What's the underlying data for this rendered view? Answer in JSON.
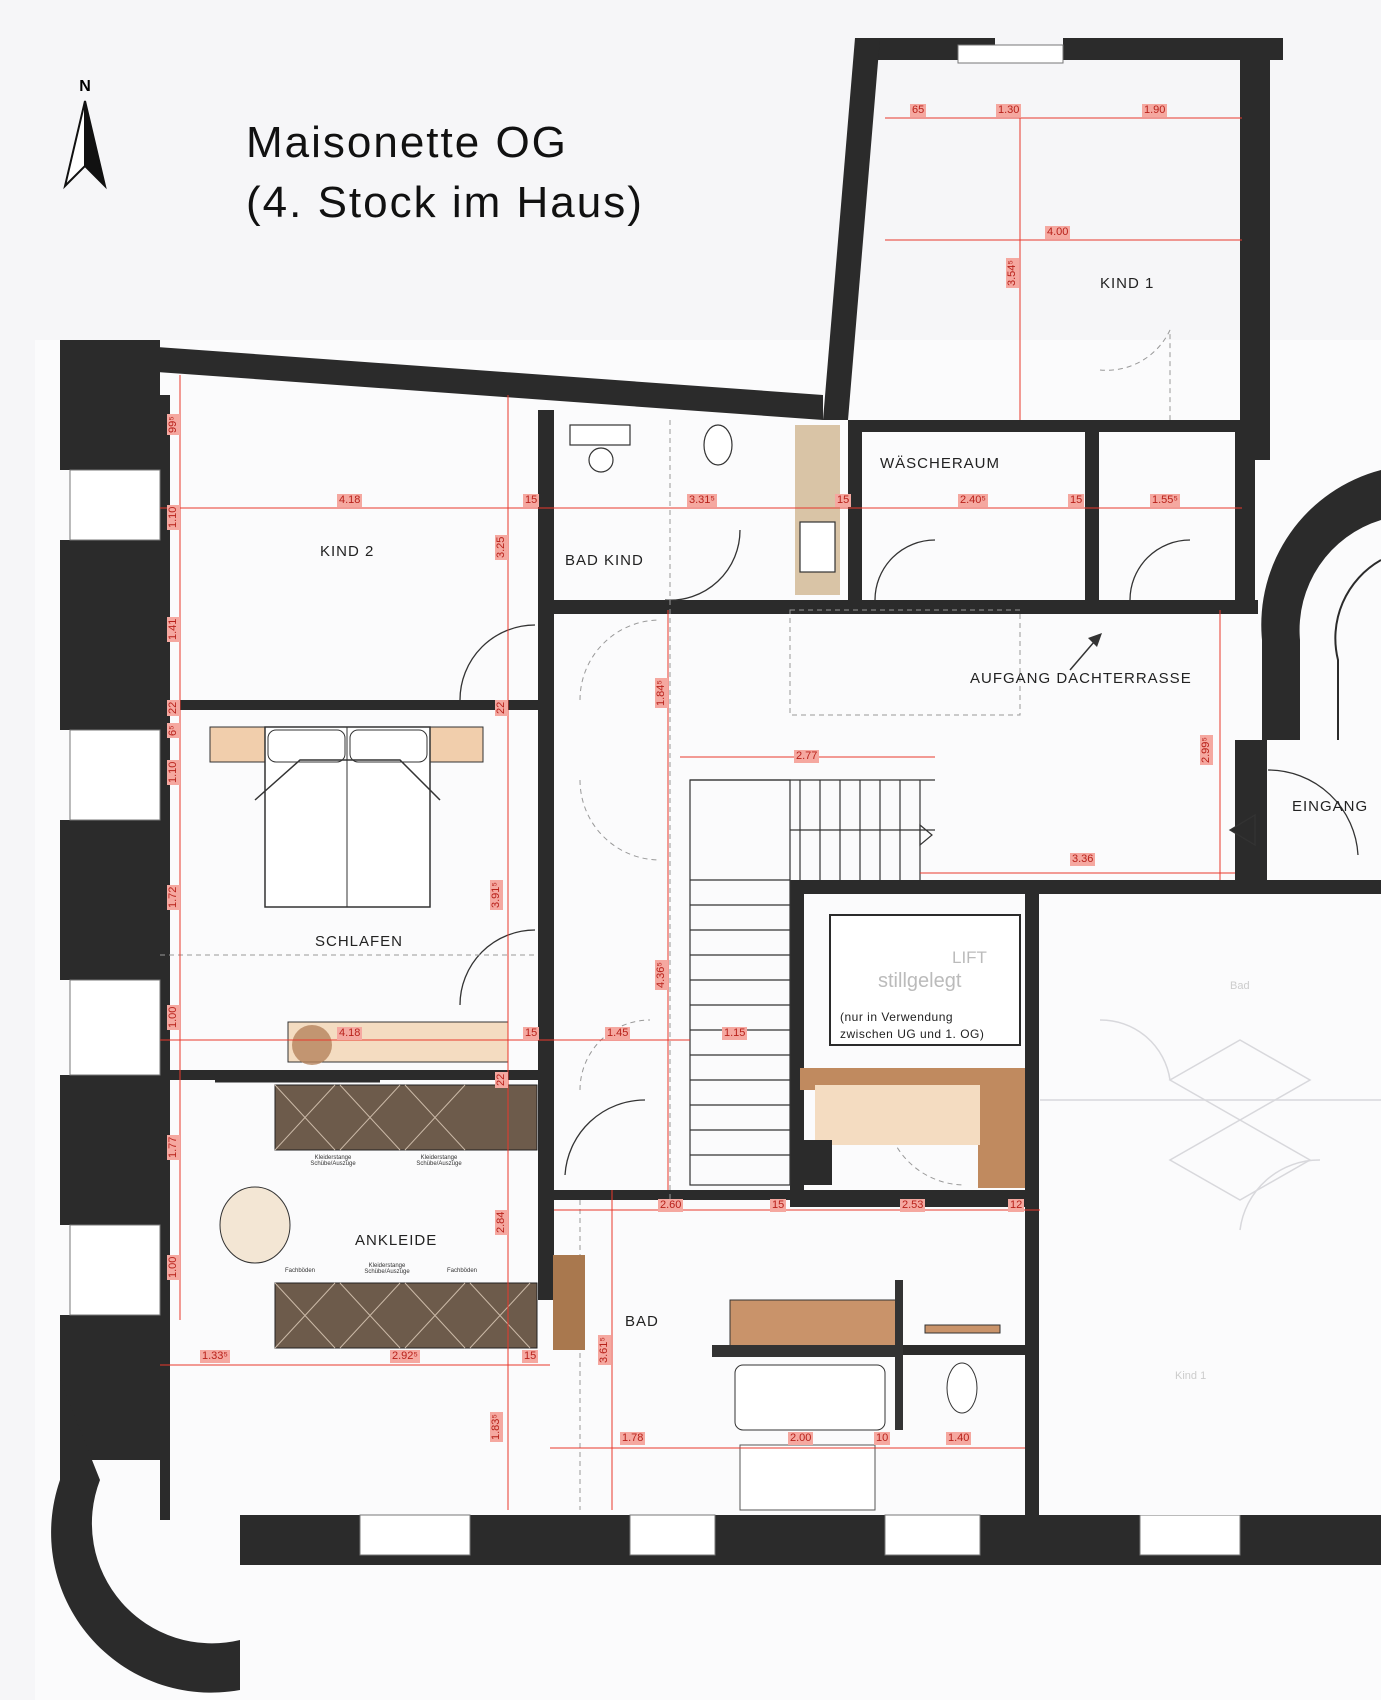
{
  "title": {
    "line1": "Maisonette OG",
    "line2": "(4. Stock im Haus)"
  },
  "north_label": "N",
  "rooms": {
    "kind1": "KIND 1",
    "waescheraum": "WÄSCHERAUM",
    "kind2": "KIND 2",
    "bad_kind": "BAD KIND",
    "aufgang": "AUFGANG DACHTERRASSE",
    "eingang": "EINGANG",
    "schlafen": "SCHLAFEN",
    "ankleide": "ANKLEIDE",
    "bad": "BAD"
  },
  "lift": {
    "line1": "LIFT",
    "line2": "stillgelegt",
    "note1": "(nur in Verwendung",
    "note2": "zwischen UG und 1. OG)"
  },
  "wardrobe_labels": {
    "top_left": "Kleiderstange Schübe/Auszüge",
    "top_right": "Kleiderstange Schübe/Auszüge",
    "bottom_left": "Fachböden",
    "bottom_mid": "Kleiderstange Schübe/Auszüge",
    "bottom_right": "Fachböden"
  },
  "ghost_labels": {
    "bad": "Bad",
    "kind": "Kind 1"
  },
  "dimensions": {
    "k1_65": "65",
    "k1_130": "1.30",
    "k1_190": "1.90",
    "k1_400": "4.00",
    "k1_354": "3.54⁵",
    "d_418a": "4.18",
    "d_15a": "15",
    "d_331": "3.31⁵",
    "d_15b": "15",
    "d_240": "2.40⁵",
    "d_15c": "15",
    "d_155": "1.55⁵",
    "v_99": "99⁵",
    "v_110a": "1.10",
    "v_141": "1.41",
    "v_22a": "22",
    "v_6": "6⁵",
    "v_110b": "1.10",
    "v_172": "1.72",
    "v_100a": "1.00",
    "v_177": "1.77",
    "v_100b": "1.00",
    "v_325": "3.25",
    "v_22b": "22",
    "v_391": "3.91⁵",
    "v_22c": "22",
    "v_284": "2.84",
    "v_183": "1.83⁵",
    "v_184": "1.84⁵",
    "v_436": "4.36⁵",
    "v_361": "3.61⁵",
    "v_299": "2.99⁵",
    "d_277": "2.77",
    "d_336": "3.36",
    "d_418b": "4.18",
    "d_15d": "15",
    "d_145": "1.45",
    "d_115": "1.15",
    "d_260": "2.60",
    "d_15e": "15",
    "d_253": "2.53",
    "d_12": "12",
    "d_133": "1.33⁵",
    "d_292": "2.92⁵",
    "d_15f": "15",
    "d_178": "1.78",
    "d_200": "2.00",
    "d_10": "10",
    "d_140": "1.40"
  },
  "colors": {
    "wall": "#2b2b2b",
    "dimension_line": "#e8382c",
    "dimension_label_bg": "#f5a8a0",
    "wood": "#a9784e",
    "dark_wood": "#6b5a4a"
  }
}
